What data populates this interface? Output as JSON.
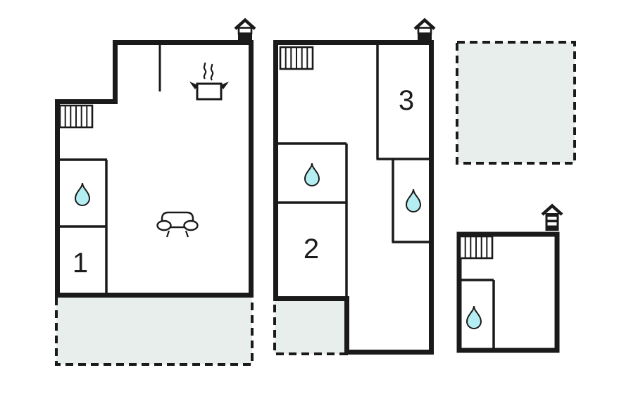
{
  "plan": {
    "colors": {
      "wall": "#1a1a1a",
      "water": "#b4eef3",
      "terrace": "#e8eeec"
    },
    "rooms": {
      "room_1_label": "1",
      "room_2_label": "2",
      "room_3_label": "3"
    },
    "icons": {
      "entrance": "house-entrance-icon",
      "entrance_annex": "house-entrance-striped-icon",
      "stairs": "stairs-icon",
      "kitchen": "kitchen-pot-icon",
      "living": "sofa-icon",
      "water": "water-drop-icon",
      "terrace": "terrace-dashed-area"
    }
  }
}
